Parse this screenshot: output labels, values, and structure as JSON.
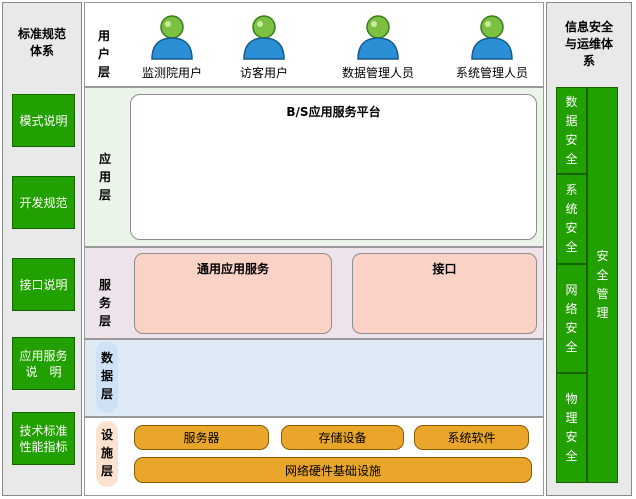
{
  "left": {
    "title": "标准规范\n体系",
    "buttons": [
      "模式说明",
      "开发规范",
      "接口说明",
      "应用服务\n说　明",
      "技术标准\n性能指标"
    ]
  },
  "layers": {
    "user": {
      "label": "用\n户\n层",
      "users": [
        "监测院用户",
        "访客用户",
        "数据管理人员",
        "系统管理人员"
      ]
    },
    "app": {
      "label": "应\n用\n层",
      "platform": "B/S应用服务平台"
    },
    "service": {
      "label": "服\n务\n层",
      "general": "通用应用服务",
      "interface": "接口"
    },
    "data": {
      "label": "数\n据\n层"
    },
    "infra": {
      "label": "设\n施\n层",
      "items": [
        "服务器",
        "存储设备",
        "系统软件"
      ],
      "base": "网络硬件基础设施"
    }
  },
  "right": {
    "title": "信息安全\n与运维体\n系",
    "cells": [
      "数\n据\n安\n全",
      "系\n统\n安\n全",
      "网\n络\n安\n全",
      "物\n理\n安\n全"
    ],
    "management": "安\n全\n管\n理"
  },
  "colors": {
    "green": "#22a000",
    "orange": "#e9a62a",
    "salmon": "#fad3c6",
    "app_bg": "#eaf4e8",
    "service_bg": "#eee3ea",
    "data_bg": "#deebf7"
  }
}
